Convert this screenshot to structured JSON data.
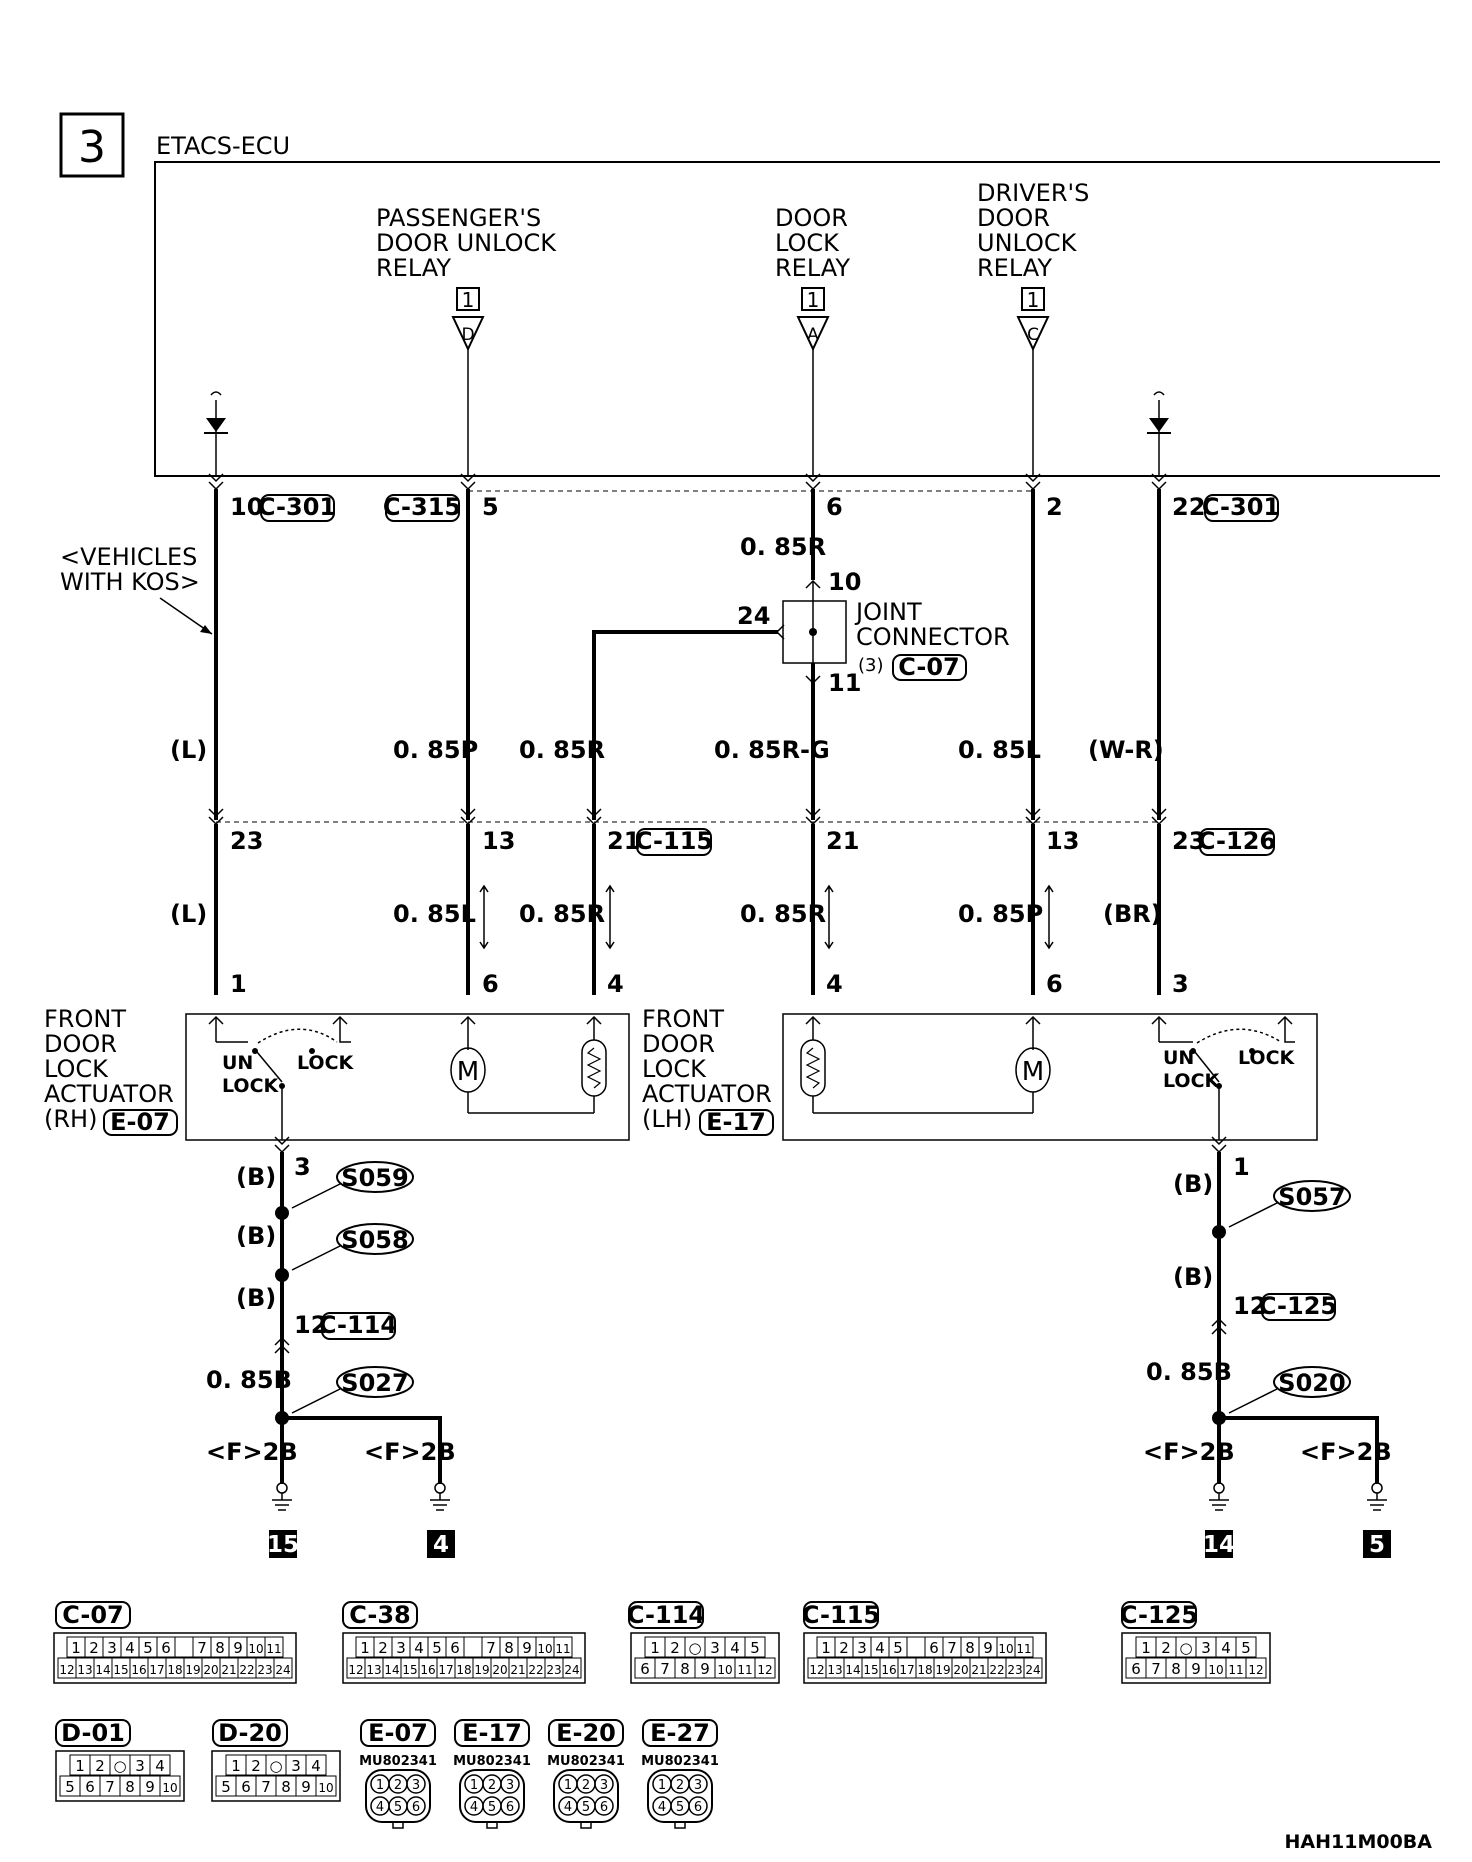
{
  "page_number": "3",
  "ecu_title": "ETACS-ECU",
  "relays": [
    {
      "lines": [
        "PASSENGER'S",
        "DOOR UNLOCK",
        "RELAY"
      ],
      "box": "1",
      "letter": "D"
    },
    {
      "lines": [
        "DOOR",
        "LOCK",
        "RELAY"
      ],
      "box": "1",
      "letter": "A"
    },
    {
      "lines": [
        "DRIVER'S",
        "DOOR",
        "UNLOCK",
        "RELAY"
      ],
      "box": "1",
      "letter": "C"
    }
  ],
  "top_pins": [
    {
      "pin": "10",
      "conn": "C-301"
    },
    {
      "pin": "5",
      "conn": "C-315"
    },
    {
      "pin": "6",
      "conn": ""
    },
    {
      "pin": "2",
      "conn": ""
    },
    {
      "pin": "22",
      "conn": "C-301"
    }
  ],
  "kos_note": [
    "<VEHICLES",
    "WITH KOS>"
  ],
  "joint": {
    "title": [
      "JOINT",
      "CONNECTOR"
    ],
    "num": "(3)",
    "conn": "C-07",
    "pin_in": "10",
    "pin_side": "24",
    "pin_out": "11",
    "wire_top": "0. 85R"
  },
  "wires_upper": [
    "(L)",
    "0. 85P",
    "0. 85R",
    "0. 85R-G",
    "0. 85L",
    "(W-R)"
  ],
  "mid_pins": [
    "23",
    "13",
    "21",
    "21",
    "13",
    "23"
  ],
  "mid_conns": [
    "C-115",
    "C-126"
  ],
  "wires_lower": [
    "(L)",
    "0. 85L",
    "0. 85R",
    "0. 85R",
    "0. 85P",
    "(BR)"
  ],
  "act_pins": [
    "1",
    "6",
    "4",
    "4",
    "6",
    "3"
  ],
  "actuator_rh": {
    "lines": [
      "FRONT",
      "DOOR",
      "LOCK",
      "ACTUATOR",
      "(RH)"
    ],
    "conn": "E-07",
    "un": "UN",
    "lock_small": "LOCK",
    "lock": "LOCK"
  },
  "actuator_lh": {
    "lines": [
      "FRONT",
      "DOOR",
      "LOCK",
      "ACTUATOR",
      "(LH)"
    ],
    "conn": "E-17",
    "un": "UN",
    "lock_small": "LOCK",
    "lock": "LOCK"
  },
  "motor_symbol": "M",
  "ground_rh": {
    "pin": "3",
    "b1": "(B)",
    "s1": "S059",
    "b2": "(B)",
    "s2": "S058",
    "b3": "(B)",
    "conn_pin": "12",
    "conn": "C-114",
    "wire": "0. 85B",
    "s3": "S027",
    "g1": "<F>2B",
    "g2": "<F>2B",
    "n1": "15",
    "n2": "4"
  },
  "ground_lh": {
    "pin": "1",
    "b1": "(B)",
    "s1": "S057",
    "b2": "(B)",
    "conn_pin": "12",
    "conn": "C-125",
    "wire": "0. 85B",
    "s3": "S020",
    "g1": "<F>2B",
    "g2": "<F>2B",
    "n1": "14",
    "n2": "5"
  },
  "connectors": [
    {
      "name": "C-07",
      "row1": [
        "1",
        "2",
        "3",
        "4",
        "5",
        "6",
        "",
        "7",
        "8",
        "9",
        "10",
        "11"
      ],
      "row2": [
        "12",
        "13",
        "14",
        "15",
        "16",
        "17",
        "18",
        "19",
        "20",
        "21",
        "22",
        "23",
        "24"
      ]
    },
    {
      "name": "C-38",
      "row1": [
        "1",
        "2",
        "3",
        "4",
        "5",
        "6",
        "",
        "7",
        "8",
        "9",
        "10",
        "11"
      ],
      "row2": [
        "12",
        "13",
        "14",
        "15",
        "16",
        "17",
        "18",
        "19",
        "20",
        "21",
        "22",
        "23",
        "24"
      ]
    },
    {
      "name": "C-114",
      "row1": [
        "1",
        "2",
        "○",
        "3",
        "4",
        "5"
      ],
      "row2": [
        "6",
        "7",
        "8",
        "9",
        "10",
        "11",
        "12"
      ]
    },
    {
      "name": "C-115",
      "row1": [
        "1",
        "2",
        "3",
        "4",
        "5",
        "",
        "6",
        "7",
        "8",
        "9",
        "10",
        "11"
      ],
      "row2": [
        "12",
        "13",
        "14",
        "15",
        "16",
        "17",
        "18",
        "19",
        "20",
        "21",
        "22",
        "23",
        "24"
      ]
    },
    {
      "name": "C-125",
      "row1": [
        "1",
        "2",
        "○",
        "3",
        "4",
        "5"
      ],
      "row2": [
        "6",
        "7",
        "8",
        "9",
        "10",
        "11",
        "12"
      ]
    },
    {
      "name": "D-01",
      "row1": [
        "1",
        "2",
        "○",
        "3",
        "4"
      ],
      "row2": [
        "5",
        "6",
        "7",
        "8",
        "9",
        "10"
      ]
    },
    {
      "name": "D-20",
      "row1": [
        "1",
        "2",
        "○",
        "3",
        "4"
      ],
      "row2": [
        "5",
        "6",
        "7",
        "8",
        "9",
        "10"
      ]
    }
  ],
  "round_connectors": [
    {
      "name": "E-07",
      "part": "MU802341",
      "pins": [
        "1",
        "2",
        "3",
        "4",
        "5",
        "6"
      ]
    },
    {
      "name": "E-17",
      "part": "MU802341",
      "pins": [
        "1",
        "2",
        "3",
        "4",
        "5",
        "6"
      ]
    },
    {
      "name": "E-20",
      "part": "MU802341",
      "pins": [
        "1",
        "2",
        "3",
        "4",
        "5",
        "6"
      ]
    },
    {
      "name": "E-27",
      "part": "MU802341",
      "pins": [
        "1",
        "2",
        "3",
        "4",
        "5",
        "6"
      ]
    }
  ],
  "figure_code": "HAH11M00BA"
}
